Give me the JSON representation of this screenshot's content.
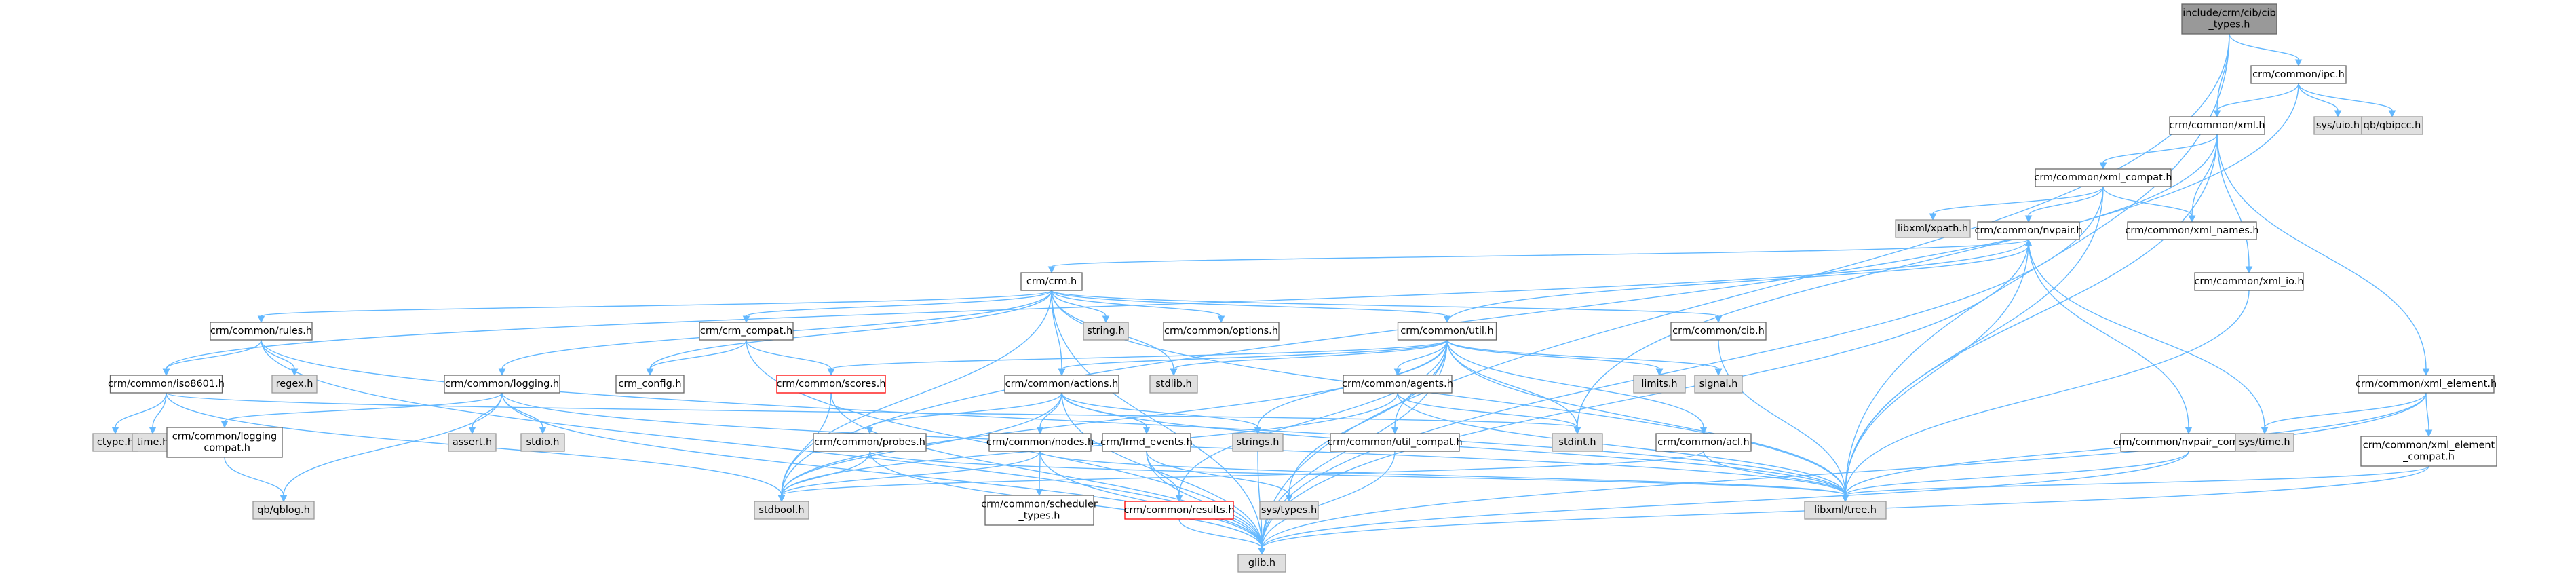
{
  "graph": {
    "title": "include/crm/cib/cib_types.h",
    "colors": {
      "edge": "#63b8ff",
      "root_fill": "#999999",
      "root_stroke": "#666666",
      "node_fill": "#ffffff",
      "node_stroke": "#666666",
      "system_fill": "#e0e0e0",
      "system_stroke": "#999999",
      "truncated_stroke": "#ff0000"
    },
    "nodes": [
      {
        "id": "root",
        "lines": [
          "include/crm/cib/cib",
          "_types.h"
        ],
        "kind": "root"
      },
      {
        "id": "ipc",
        "lines": [
          "crm/common/ipc.h"
        ],
        "kind": "normal"
      },
      {
        "id": "xml",
        "lines": [
          "crm/common/xml.h"
        ],
        "kind": "normal"
      },
      {
        "id": "sysuio",
        "lines": [
          "sys/uio.h"
        ],
        "kind": "system"
      },
      {
        "id": "qbipcc",
        "lines": [
          "qb/qbipcc.h"
        ],
        "kind": "system"
      },
      {
        "id": "xmlcompat",
        "lines": [
          "crm/common/xml_compat.h"
        ],
        "kind": "normal"
      },
      {
        "id": "libxmlxpath",
        "lines": [
          "libxml/xpath.h"
        ],
        "kind": "system"
      },
      {
        "id": "nvpair",
        "lines": [
          "crm/common/nvpair.h"
        ],
        "kind": "normal"
      },
      {
        "id": "xmlnames",
        "lines": [
          "crm/common/xml_names.h"
        ],
        "kind": "normal"
      },
      {
        "id": "crm",
        "lines": [
          "crm/crm.h"
        ],
        "kind": "normal"
      },
      {
        "id": "xmlio",
        "lines": [
          "crm/common/xml_io.h"
        ],
        "kind": "normal"
      },
      {
        "id": "rules",
        "lines": [
          "crm/common/rules.h"
        ],
        "kind": "normal"
      },
      {
        "id": "stringh",
        "lines": [
          "string.h"
        ],
        "kind": "system"
      },
      {
        "id": "options",
        "lines": [
          "crm/common/options.h"
        ],
        "kind": "normal"
      },
      {
        "id": "util",
        "lines": [
          "crm/common/util.h"
        ],
        "kind": "normal"
      },
      {
        "id": "cib",
        "lines": [
          "crm/common/cib.h"
        ],
        "kind": "normal"
      },
      {
        "id": "crmcompat",
        "lines": [
          "crm/crm_compat.h"
        ],
        "kind": "normal"
      },
      {
        "id": "iso8601",
        "lines": [
          "crm/common/iso8601.h"
        ],
        "kind": "normal"
      },
      {
        "id": "regex",
        "lines": [
          "regex.h"
        ],
        "kind": "system"
      },
      {
        "id": "logging",
        "lines": [
          "crm/common/logging.h"
        ],
        "kind": "normal"
      },
      {
        "id": "crmconfig",
        "lines": [
          "crm_config.h"
        ],
        "kind": "normal"
      },
      {
        "id": "scores",
        "lines": [
          "crm/common/scores.h"
        ],
        "kind": "truncated"
      },
      {
        "id": "actions",
        "lines": [
          "crm/common/actions.h"
        ],
        "kind": "normal"
      },
      {
        "id": "stdlib",
        "lines": [
          "stdlib.h"
        ],
        "kind": "system"
      },
      {
        "id": "agents",
        "lines": [
          "crm/common/agents.h"
        ],
        "kind": "normal"
      },
      {
        "id": "limits",
        "lines": [
          "limits.h"
        ],
        "kind": "system"
      },
      {
        "id": "signal",
        "lines": [
          "signal.h"
        ],
        "kind": "system"
      },
      {
        "id": "xmlelement",
        "lines": [
          "crm/common/xml_element.h"
        ],
        "kind": "normal"
      },
      {
        "id": "ctype",
        "lines": [
          "ctype.h"
        ],
        "kind": "system"
      },
      {
        "id": "timeh",
        "lines": [
          "time.h"
        ],
        "kind": "system"
      },
      {
        "id": "loggingcompat",
        "lines": [
          "crm/common/logging",
          "_compat.h"
        ],
        "kind": "normal"
      },
      {
        "id": "assert",
        "lines": [
          "assert.h"
        ],
        "kind": "system"
      },
      {
        "id": "stdio",
        "lines": [
          "stdio.h"
        ],
        "kind": "system"
      },
      {
        "id": "stdint",
        "lines": [
          "stdint.h"
        ],
        "kind": "system"
      },
      {
        "id": "probes",
        "lines": [
          "crm/common/probes.h"
        ],
        "kind": "normal"
      },
      {
        "id": "nodes",
        "lines": [
          "crm/common/nodes.h"
        ],
        "kind": "normal"
      },
      {
        "id": "lrmd",
        "lines": [
          "crm/lrmd_events.h"
        ],
        "kind": "normal"
      },
      {
        "id": "stringsh",
        "lines": [
          "strings.h"
        ],
        "kind": "system"
      },
      {
        "id": "utilcompat",
        "lines": [
          "crm/common/util_compat.h"
        ],
        "kind": "normal"
      },
      {
        "id": "acl",
        "lines": [
          "crm/common/acl.h"
        ],
        "kind": "normal"
      },
      {
        "id": "nvpaircompat",
        "lines": [
          "crm/common/nvpair_compat.h"
        ],
        "kind": "normal"
      },
      {
        "id": "systime",
        "lines": [
          "sys/time.h"
        ],
        "kind": "system"
      },
      {
        "id": "xmlelementcompat",
        "lines": [
          "crm/common/xml_element",
          "_compat.h"
        ],
        "kind": "normal"
      },
      {
        "id": "qblog",
        "lines": [
          "qb/qblog.h"
        ],
        "kind": "system"
      },
      {
        "id": "stdbool",
        "lines": [
          "stdbool.h"
        ],
        "kind": "system"
      },
      {
        "id": "scheduler",
        "lines": [
          "crm/common/scheduler",
          "_types.h"
        ],
        "kind": "normal"
      },
      {
        "id": "results",
        "lines": [
          "crm/common/results.h"
        ],
        "kind": "truncated"
      },
      {
        "id": "systypes",
        "lines": [
          "sys/types.h"
        ],
        "kind": "system"
      },
      {
        "id": "libxmltree",
        "lines": [
          "libxml/tree.h"
        ],
        "kind": "system"
      },
      {
        "id": "glib",
        "lines": [
          "glib.h"
        ],
        "kind": "system"
      }
    ],
    "edges": [
      [
        "root",
        "ipc"
      ],
      [
        "root",
        "xml"
      ],
      [
        "root",
        "libxmltree"
      ],
      [
        "root",
        "glib"
      ],
      [
        "ipc",
        "sysuio"
      ],
      [
        "ipc",
        "qbipcc"
      ],
      [
        "ipc",
        "xml"
      ],
      [
        "ipc",
        "stdint"
      ],
      [
        "xml",
        "xmlcompat"
      ],
      [
        "xml",
        "xmlnames"
      ],
      [
        "xml",
        "xmlio"
      ],
      [
        "xml",
        "xmlelement"
      ],
      [
        "xml",
        "libxmltree"
      ],
      [
        "xml",
        "stdbool"
      ],
      [
        "xmlcompat",
        "libxmlxpath"
      ],
      [
        "xmlcompat",
        "nvpair"
      ],
      [
        "xmlcompat",
        "xmlnames"
      ],
      [
        "xmlcompat",
        "libxmltree"
      ],
      [
        "xmlcompat",
        "glib"
      ],
      [
        "nvpair",
        "crm"
      ],
      [
        "nvpair",
        "nvpaircompat"
      ],
      [
        "nvpair",
        "systime"
      ],
      [
        "nvpair",
        "libxmltree"
      ],
      [
        "nvpair",
        "glib"
      ],
      [
        "nvpair",
        "iso8601"
      ],
      [
        "xmlio",
        "libxmltree"
      ],
      [
        "crm",
        "rules"
      ],
      [
        "crm",
        "crmcompat"
      ],
      [
        "crm",
        "crmconfig"
      ],
      [
        "crm",
        "logging"
      ],
      [
        "crm",
        "stringh"
      ],
      [
        "crm",
        "options"
      ],
      [
        "crm",
        "util"
      ],
      [
        "crm",
        "cib"
      ],
      [
        "crm",
        "actions"
      ],
      [
        "crm",
        "stdlib"
      ],
      [
        "crm",
        "stdbool"
      ],
      [
        "crm",
        "libxmltree"
      ],
      [
        "crm",
        "glib"
      ],
      [
        "rules",
        "iso8601"
      ],
      [
        "rules",
        "regex"
      ],
      [
        "rules",
        "libxmltree"
      ],
      [
        "rules",
        "glib"
      ],
      [
        "util",
        "nvpair"
      ],
      [
        "util",
        "scores"
      ],
      [
        "util",
        "actions"
      ],
      [
        "util",
        "agents"
      ],
      [
        "util",
        "stdlib"
      ],
      [
        "util",
        "limits"
      ],
      [
        "util",
        "signal"
      ],
      [
        "util",
        "stringsh"
      ],
      [
        "util",
        "utilcompat"
      ],
      [
        "util",
        "acl"
      ],
      [
        "util",
        "results"
      ],
      [
        "util",
        "libxmltree"
      ],
      [
        "util",
        "glib"
      ],
      [
        "util",
        "stdint"
      ],
      [
        "util",
        "stdbool"
      ],
      [
        "util",
        "systypes"
      ],
      [
        "cib",
        "libxmltree"
      ],
      [
        "crmcompat",
        "crmconfig"
      ],
      [
        "crmcompat",
        "scores"
      ],
      [
        "crmcompat",
        "glib"
      ],
      [
        "iso8601",
        "ctype"
      ],
      [
        "iso8601",
        "timeh"
      ],
      [
        "iso8601",
        "stdbool"
      ],
      [
        "iso8601",
        "stdint"
      ],
      [
        "logging",
        "loggingcompat"
      ],
      [
        "logging",
        "assert"
      ],
      [
        "logging",
        "stdio"
      ],
      [
        "logging",
        "qblog"
      ],
      [
        "logging",
        "glib"
      ],
      [
        "logging",
        "libxmltree"
      ],
      [
        "loggingcompat",
        "qblog"
      ],
      [
        "scores",
        "stdbool"
      ],
      [
        "actions",
        "probes"
      ],
      [
        "actions",
        "nodes"
      ],
      [
        "actions",
        "lrmd"
      ],
      [
        "actions",
        "stringsh"
      ],
      [
        "actions",
        "stdbool"
      ],
      [
        "actions",
        "libxmltree"
      ],
      [
        "actions",
        "glib"
      ],
      [
        "agents",
        "stdint"
      ],
      [
        "agents",
        "stdbool"
      ],
      [
        "agents",
        "libxmltree"
      ],
      [
        "probes",
        "stdbool"
      ],
      [
        "probes",
        "libxmltree"
      ],
      [
        "probes",
        "glib"
      ],
      [
        "nodes",
        "scheduler"
      ],
      [
        "nodes",
        "stdbool"
      ],
      [
        "nodes",
        "glib"
      ],
      [
        "nodes",
        "libxmltree"
      ],
      [
        "lrmd",
        "results"
      ],
      [
        "lrmd",
        "systypes"
      ],
      [
        "lrmd",
        "glib"
      ],
      [
        "results",
        "glib"
      ],
      [
        "stringsh",
        "glib"
      ],
      [
        "utilcompat",
        "glib"
      ],
      [
        "acl",
        "libxmltree"
      ],
      [
        "acl",
        "stdbool"
      ],
      [
        "nvpaircompat",
        "libxmltree"
      ],
      [
        "nvpaircompat",
        "glib"
      ],
      [
        "xmlelement",
        "systime"
      ],
      [
        "xmlelement",
        "xmlelementcompat"
      ],
      [
        "xmlelement",
        "libxmltree"
      ],
      [
        "xmlelement",
        "glib"
      ],
      [
        "xmlelementcompat",
        "libxmltree"
      ],
      [
        "xmlelementcompat",
        "glib"
      ],
      [
        "scores",
        "glib"
      ]
    ]
  }
}
